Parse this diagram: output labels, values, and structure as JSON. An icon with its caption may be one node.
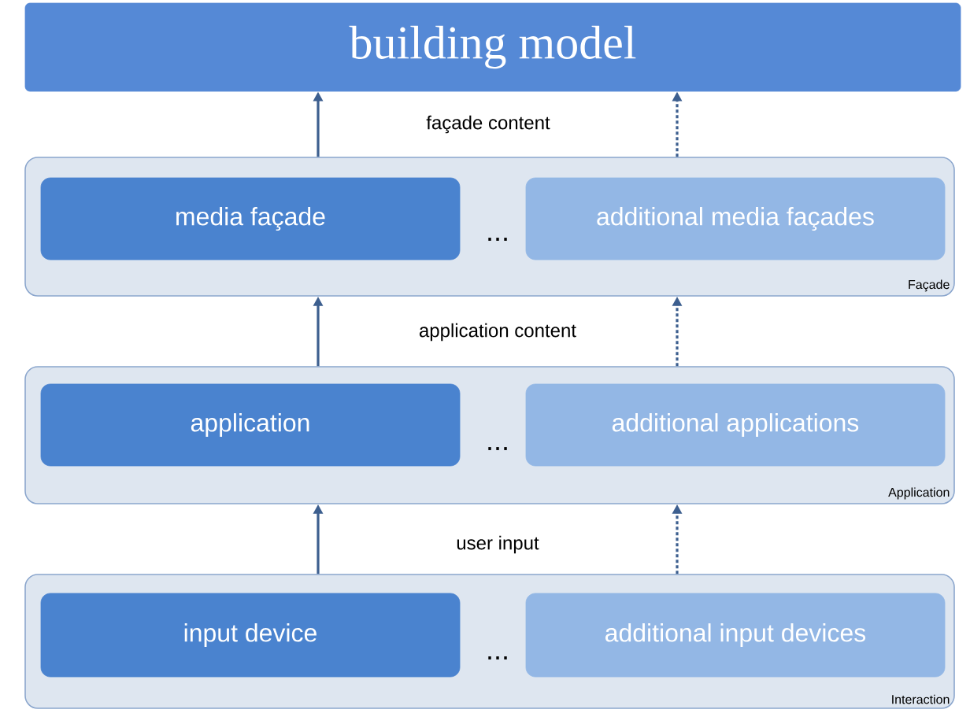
{
  "diagram": {
    "nodes": [
      {
        "text": [
          "building model"
        ]
      },
      {
        "text": [
          "Façade"
        ]
      },
      {
        "text": [
          "media façade"
        ],
        "in": 1
      },
      {
        "text": [
          "additional media façades"
        ],
        "in": 1
      },
      {
        "text": [
          "Application"
        ]
      },
      {
        "text": [
          "application"
        ],
        "in": 4
      },
      {
        "text": [
          "additional applications"
        ],
        "in": 4
      },
      {
        "text": [
          "Interaction"
        ]
      },
      {
        "text": [
          "input device"
        ],
        "in": 7
      },
      {
        "text": [
          "additional input devices"
        ],
        "in": 7
      }
    ],
    "edges": [
      {
        "from": 1,
        "to": 0,
        "arrow": "to"
      },
      {
        "from": 1,
        "to": 0,
        "arrow": "to",
        "style": "dashed"
      },
      {
        "from": 4,
        "to": 1,
        "arrow": "to"
      },
      {
        "from": 4,
        "to": 1,
        "arrow": "to",
        "style": "dashed"
      },
      {
        "from": 7,
        "to": 4,
        "arrow": "to"
      },
      {
        "from": 7,
        "to": 4,
        "arrow": "to",
        "style": "dashed"
      }
    ],
    "labels": [
      "façade content",
      "...",
      "application content",
      "...",
      "user input",
      "..."
    ]
  }
}
